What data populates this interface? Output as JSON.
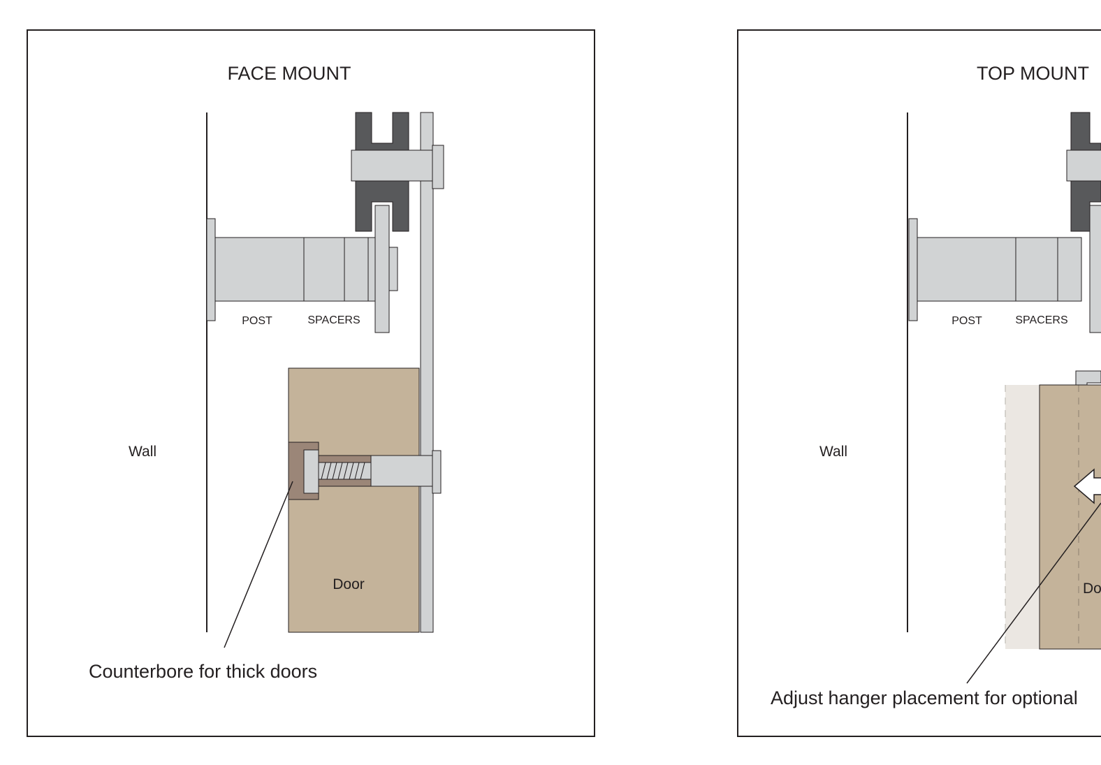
{
  "face_mount": {
    "title": "FACE MOUNT",
    "wall_label": "Wall",
    "post_label": "POST",
    "spacers_label": "SPACERS",
    "door_label": "Door",
    "callout": "Counterbore for thick doors"
  },
  "top_mount": {
    "title": "TOP MOUNT",
    "wall_label": "Wall",
    "post_label": "POST",
    "spacers_label": "SPACERS",
    "door_label": "Do",
    "callout": "Adjust hanger placement for optional"
  }
}
